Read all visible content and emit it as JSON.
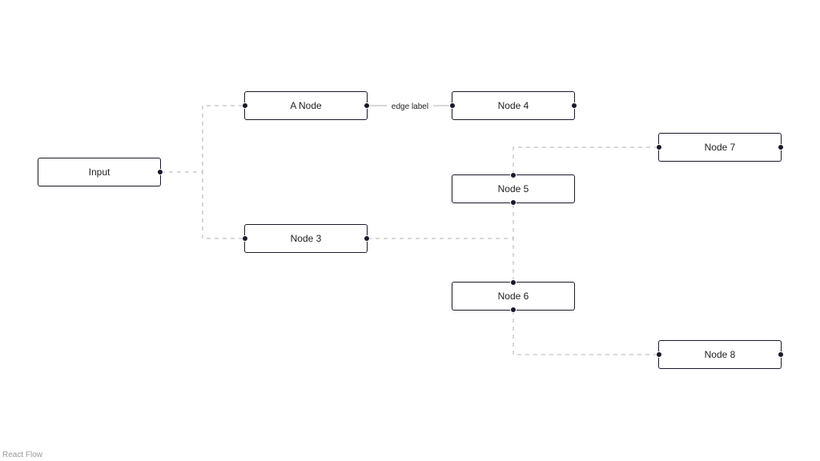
{
  "nodes": {
    "input": {
      "label": "Input"
    },
    "a_node": {
      "label": "A Node"
    },
    "node_3": {
      "label": "Node 3"
    },
    "node_4": {
      "label": "Node 4"
    },
    "node_5": {
      "label": "Node 5"
    },
    "node_6": {
      "label": "Node 6"
    },
    "node_7": {
      "label": "Node 7"
    },
    "node_8": {
      "label": "Node 8"
    }
  },
  "edges": [
    {
      "from": "Input",
      "to": "A Node",
      "style": "dashed"
    },
    {
      "from": "Input",
      "to": "Node 3",
      "style": "dashed"
    },
    {
      "from": "A Node",
      "to": "Node 4",
      "style": "solid",
      "label": "edge label"
    },
    {
      "from": "Node 3",
      "to": "Node 5",
      "style": "dashed"
    },
    {
      "from": "Node 3",
      "to": "Node 6",
      "style": "dashed"
    },
    {
      "from": "Node 5",
      "to": "Node 7",
      "style": "dashed"
    },
    {
      "from": "Node 6",
      "to": "Node 8",
      "style": "dashed"
    }
  ],
  "edge_label": "edge label",
  "attribution": "React Flow",
  "colors": {
    "node_border": "#1a192b",
    "handle": "#1a192b",
    "edge": "#b1b1b7",
    "attribution": "#999999"
  }
}
